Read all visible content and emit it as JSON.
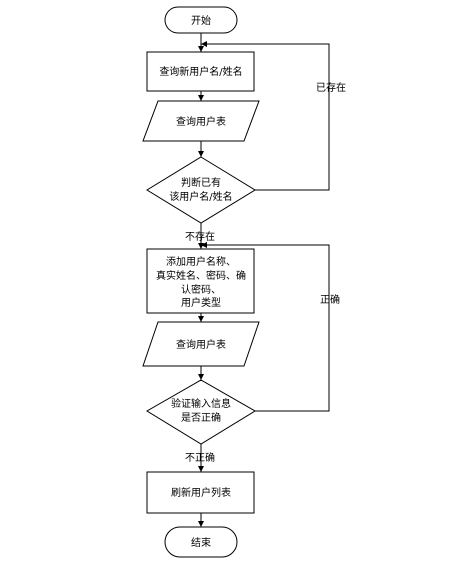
{
  "nodes": {
    "start": "开始",
    "query_new_user": "查询新用户名/姓名",
    "query_user_table_1": "查询用户表",
    "judge_exists_line1": "判断已有",
    "judge_exists_line2": "该用户名/姓名",
    "add_user_line1": "添加用户名称、",
    "add_user_line2": "真实姓名、密码、确",
    "add_user_line3": "认密码、",
    "add_user_line4": "用户类型",
    "query_user_table_2": "查询用户表",
    "verify_line1": "验证输入信息",
    "verify_line2": "是否正确",
    "refresh_list": "刷新用户列表",
    "end": "结束"
  },
  "edges": {
    "exists": "已存在",
    "not_exists": "不存在",
    "correct": "正确",
    "incorrect": "不正确"
  }
}
